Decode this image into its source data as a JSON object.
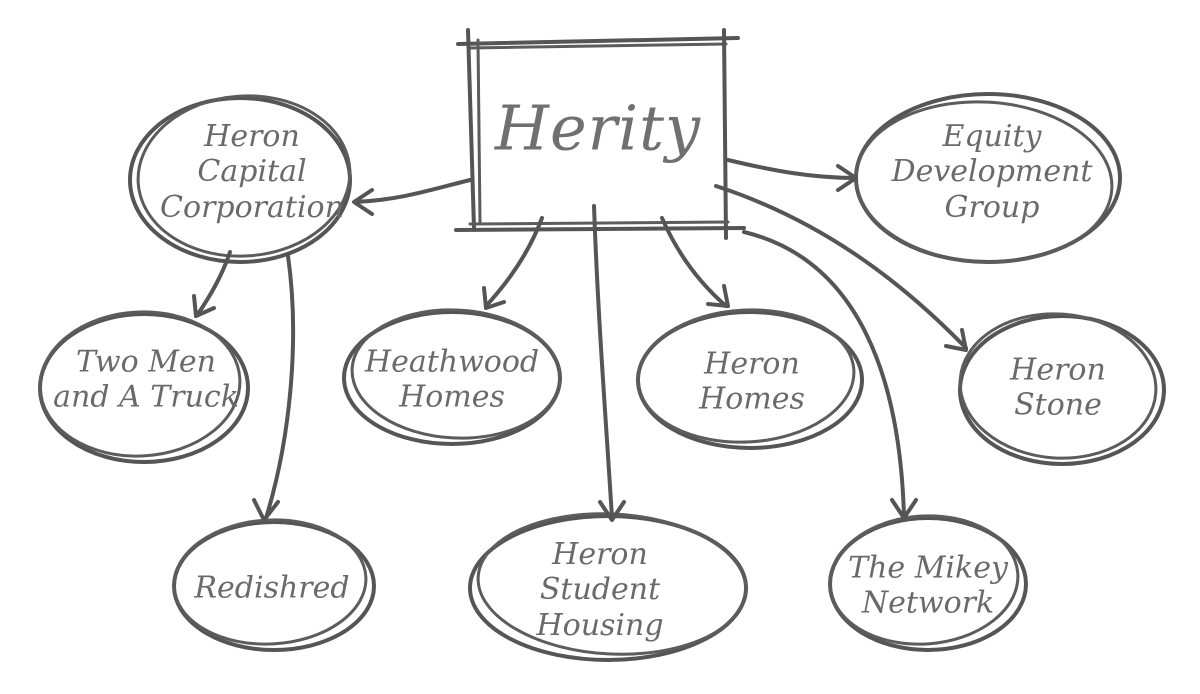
{
  "diagram": {
    "root": {
      "label": "Herity"
    },
    "nodes": {
      "heron_capital": {
        "label": "Heron\nCapital\nCorporation"
      },
      "equity_development": {
        "label": "Equity\nDevelopment\nGroup"
      },
      "two_men": {
        "label": "Two Men\nand A Truck"
      },
      "heathwood": {
        "label": "Heathwood\nHomes"
      },
      "heron_homes": {
        "label": "Heron\nHomes"
      },
      "heron_stone": {
        "label": "Heron\nStone"
      },
      "redishred": {
        "label": "Redishred"
      },
      "heron_student": {
        "label": "Heron\nStudent\nHousing"
      },
      "mikey_network": {
        "label": "The Mikey\nNetwork"
      }
    },
    "edges": [
      {
        "from": "Herity",
        "to": "Heron Capital Corporation"
      },
      {
        "from": "Herity",
        "to": "Equity Development Group"
      },
      {
        "from": "Herity",
        "to": "Heathwood Homes"
      },
      {
        "from": "Herity",
        "to": "Heron Homes"
      },
      {
        "from": "Herity",
        "to": "Heron Stone"
      },
      {
        "from": "Herity",
        "to": "Heron Student Housing"
      },
      {
        "from": "Herity",
        "to": "The Mikey Network"
      },
      {
        "from": "Heron Capital Corporation",
        "to": "Two Men and A Truck"
      },
      {
        "from": "Heron Capital Corporation",
        "to": "Redishred"
      }
    ],
    "colors": {
      "stroke": "#555555",
      "text": "#6a6a6a",
      "background": "#ffffff"
    }
  }
}
